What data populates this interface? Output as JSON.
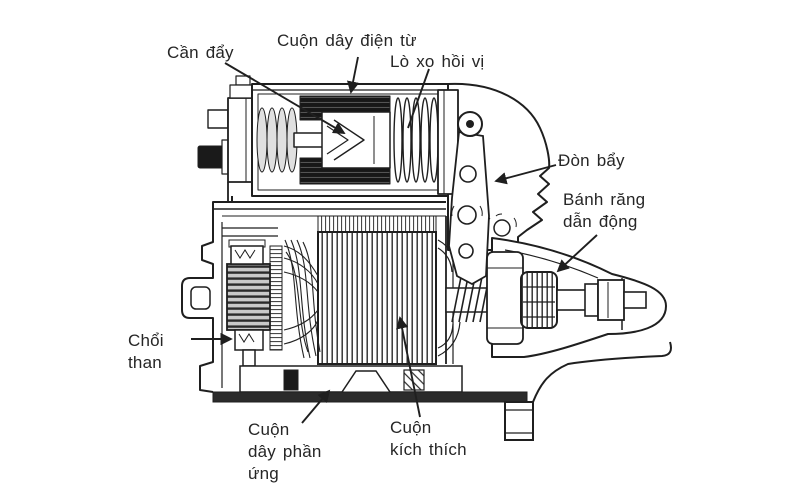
{
  "diagram": {
    "type": "starter-motor-cutaway",
    "colors": {
      "line": "#1f1f1f",
      "text": "#262626",
      "coil_dark": "#171717",
      "background": "#ffffff"
    },
    "labels": {
      "can_day": "Cần đẩy",
      "cuon_day_dien_tu": "Cuộn dây điện từ",
      "lo_xo_hoi_vi": "Lò xo hồi vị",
      "don_bay": "Đòn bẩy",
      "banh_rang_dan_dong": "Bánh răng\ndẫn động",
      "choi_than": "Chổi\nthan",
      "cuon_day_phan_ung": "Cuộn\ndây phần\nứng",
      "cuon_kich_thich": "Cuộn\nkích thích"
    }
  }
}
